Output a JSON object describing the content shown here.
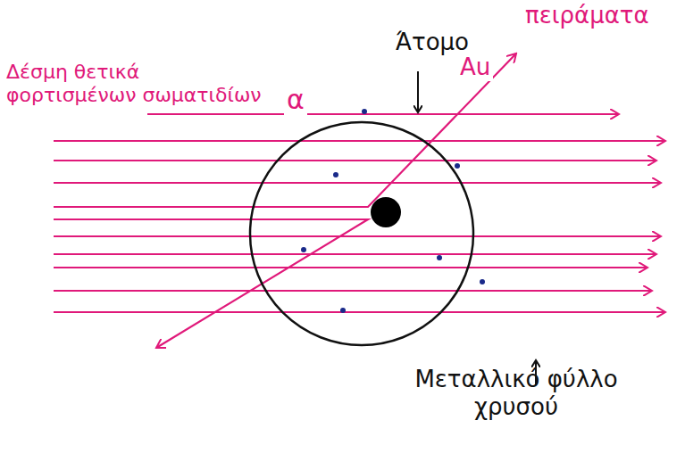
{
  "diagram": {
    "labels": [
      "πειράματα",
      "Άτομο",
      "Au",
      "Δέσμη θετικά φορτισμένων σωματιδίων",
      "α",
      "Μεταλλικό φύλλο χρυσού"
    ]
  }
}
